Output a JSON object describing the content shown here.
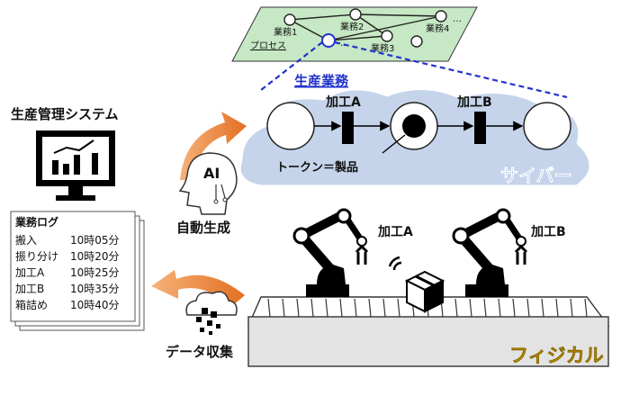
{
  "colors": {
    "process_plane": "#c6e8c4",
    "cloud": "#c5d4ea",
    "cyber_label": "#3f6fc4",
    "physical_label": "#e8b200",
    "link_blue": "#2233cc",
    "arrow_orange": "#e8873a",
    "belt": "#e3e3e3"
  },
  "process": {
    "label": "プロセス",
    "nodes": [
      "業務1",
      "業務2",
      "業務3",
      "業務4"
    ],
    "ellipsis": "…"
  },
  "cyber": {
    "business_label": "生産業務",
    "step_a": "加工A",
    "step_b": "加工B",
    "token_label": "トークン＝製品",
    "world_label": "サイバー"
  },
  "system": {
    "title": "生産管理システム",
    "log_title": "業務ログ",
    "log_rows": [
      {
        "task": "搬入",
        "time": "10時05分"
      },
      {
        "task": "振り分け",
        "time": "10時20分"
      },
      {
        "task": "加工A",
        "time": "10時25分"
      },
      {
        "task": "加工B",
        "time": "10時35分"
      },
      {
        "task": "箱詰め",
        "time": "10時40分"
      }
    ]
  },
  "ai": {
    "badge": "AI",
    "label": "自動生成"
  },
  "physical": {
    "robot_a": "加工A",
    "robot_b": "加工B",
    "data_label": "データ収集",
    "world_label": "フィジカル"
  }
}
